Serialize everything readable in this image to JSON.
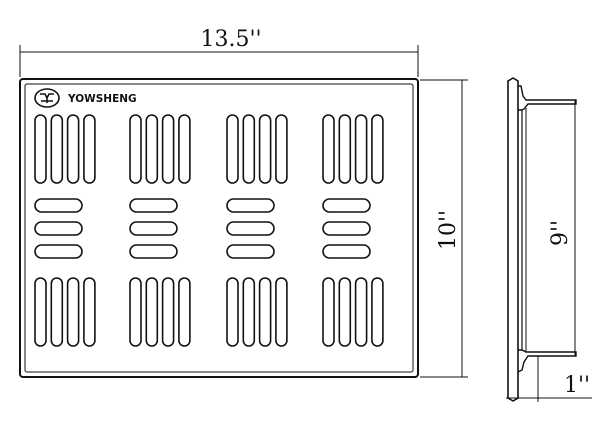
{
  "brand": {
    "name": "YOWSHENG",
    "logo_icon": "yowsheng-logo-icon"
  },
  "dimensions": {
    "width": "13.5''",
    "height": "10''",
    "depth_height": "9''",
    "depth": "1''"
  },
  "colors": {
    "ink": "#111111",
    "paper": "#ffffff"
  }
}
